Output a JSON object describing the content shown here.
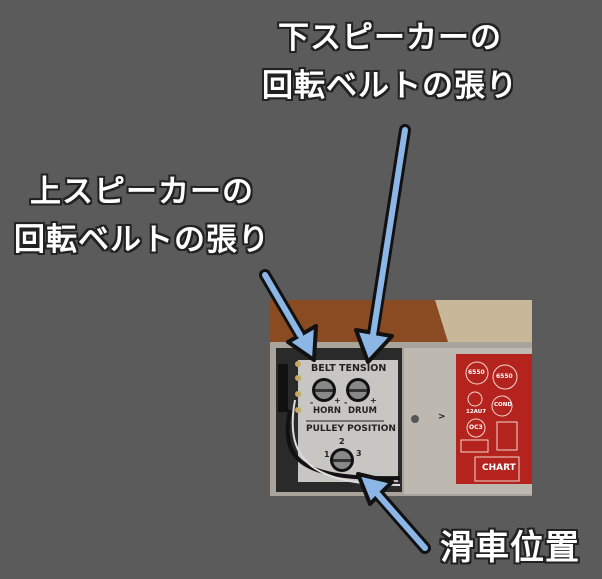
{
  "annotations": {
    "lower_speaker": {
      "line1": "下スピーカーの",
      "line2": "回転ベルトの張り"
    },
    "upper_speaker": {
      "line1": "上スピーカーの",
      "line2": "回転ベルトの張り"
    },
    "pulley": "滑車位置"
  },
  "panel": {
    "belt_tension": "BELT TENSION",
    "horn": "HORN",
    "drum": "DRUM",
    "minus": "-",
    "plus": "+",
    "pulley_position": "PULLEY POSITION",
    "pos1": "1",
    "pos2": "2",
    "pos3": "3",
    "chevron": ">",
    "tubes": {
      "t1": "6550",
      "t2": "6550",
      "t3": "12AU7",
      "t4": "COND",
      "t5": "OC3"
    },
    "chart": "CHART"
  },
  "colors": {
    "arrow": "#8cb6e6",
    "red_plate": "#b5231e",
    "background": "#5b5b5b"
  }
}
